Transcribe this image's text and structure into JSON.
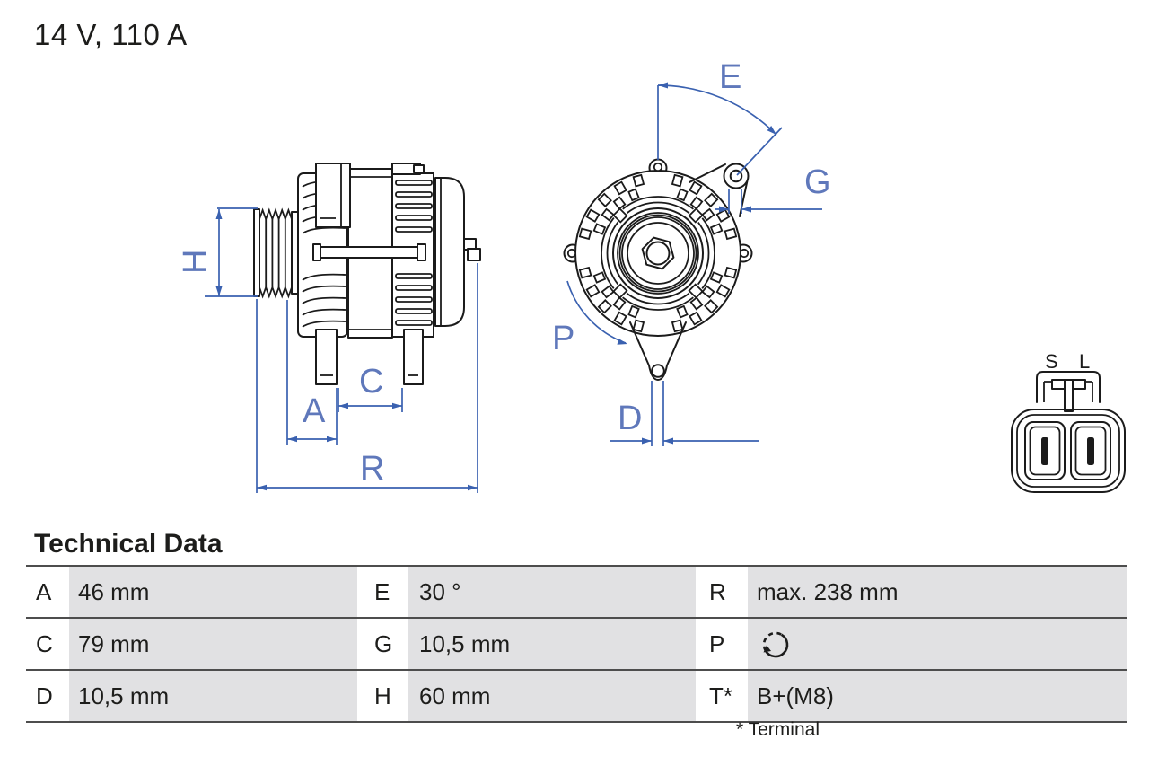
{
  "title": "14 V, 110 A",
  "dims": {
    "h": "H",
    "a": "A",
    "c": "C",
    "r": "R",
    "e": "E",
    "g": "G",
    "p": "P",
    "d": "D"
  },
  "connector": {
    "left_pin": "S",
    "right_pin": "L"
  },
  "table": {
    "heading": "Technical Data",
    "rows": [
      {
        "cells": [
          {
            "letter": "A",
            "value": "46 mm"
          },
          {
            "letter": "E",
            "value": "30 °"
          },
          {
            "letter": "R",
            "value": "max. 238 mm"
          }
        ]
      },
      {
        "cells": [
          {
            "letter": "C",
            "value": "79 mm"
          },
          {
            "letter": "G",
            "value": "10,5 mm"
          },
          {
            "letter": "P",
            "value": "",
            "icon": "rotation-direction-icon"
          }
        ]
      },
      {
        "cells": [
          {
            "letter": "D",
            "value": "10,5 mm"
          },
          {
            "letter": "H",
            "value": "60 mm"
          },
          {
            "letter": "T*",
            "value": "B+(M8)"
          }
        ]
      }
    ],
    "footnote": "* Terminal"
  },
  "colors": {
    "line": "#1b1b1b",
    "dimension_blue": "#3a61b0",
    "dimension_label_blue": "#5f78bb",
    "cell_gray": "#e1e1e3",
    "table_border": "#4d4d4d",
    "text": "#1d1d1b"
  }
}
